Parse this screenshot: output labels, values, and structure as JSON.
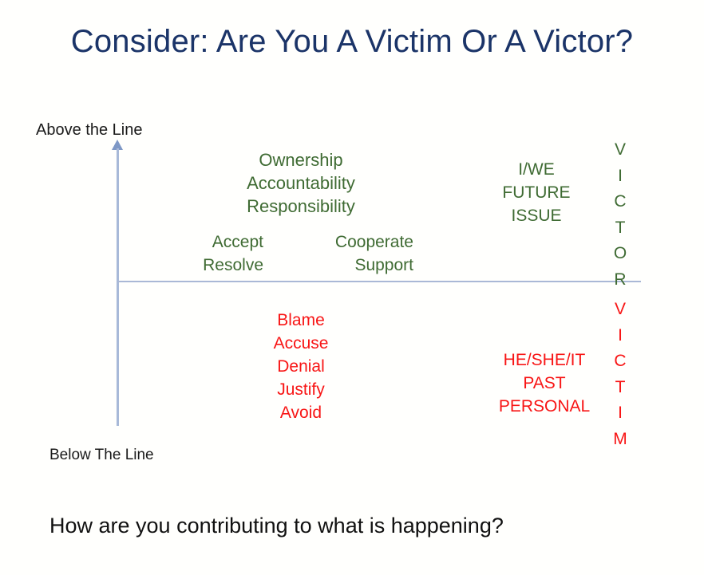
{
  "slide": {
    "title": "Consider: Are You A Victim Or A Victor?",
    "footer_question": "How are you contributing to what is happening?",
    "colors": {
      "title": "#1b3468",
      "above_the_line": "#3f6b33",
      "below_the_line": "#f81515",
      "axis": "#a8b9d8",
      "background": "#fffffd"
    }
  },
  "axis": {
    "above_label": "Above the Line",
    "below_label": "Below The Line"
  },
  "above_the_line": {
    "core_values": [
      "Ownership",
      "Accountability",
      "Responsibility"
    ],
    "actions_left": [
      "Accept",
      "Resolve"
    ],
    "actions_right": [
      "Cooperate",
      "Support"
    ],
    "focus": [
      "I/WE",
      "FUTURE",
      "ISSUE"
    ],
    "acrostic": [
      "V",
      "I",
      "C",
      "T",
      "O",
      "R"
    ]
  },
  "below_the_line": {
    "behaviors": [
      "Blame",
      "Accuse",
      "Denial",
      "Justify",
      "Avoid"
    ],
    "focus": [
      "HE/SHE/IT",
      "PAST",
      "PERSONAL"
    ],
    "acrostic": [
      "V",
      "I",
      "C",
      "T",
      "I",
      "M"
    ]
  }
}
